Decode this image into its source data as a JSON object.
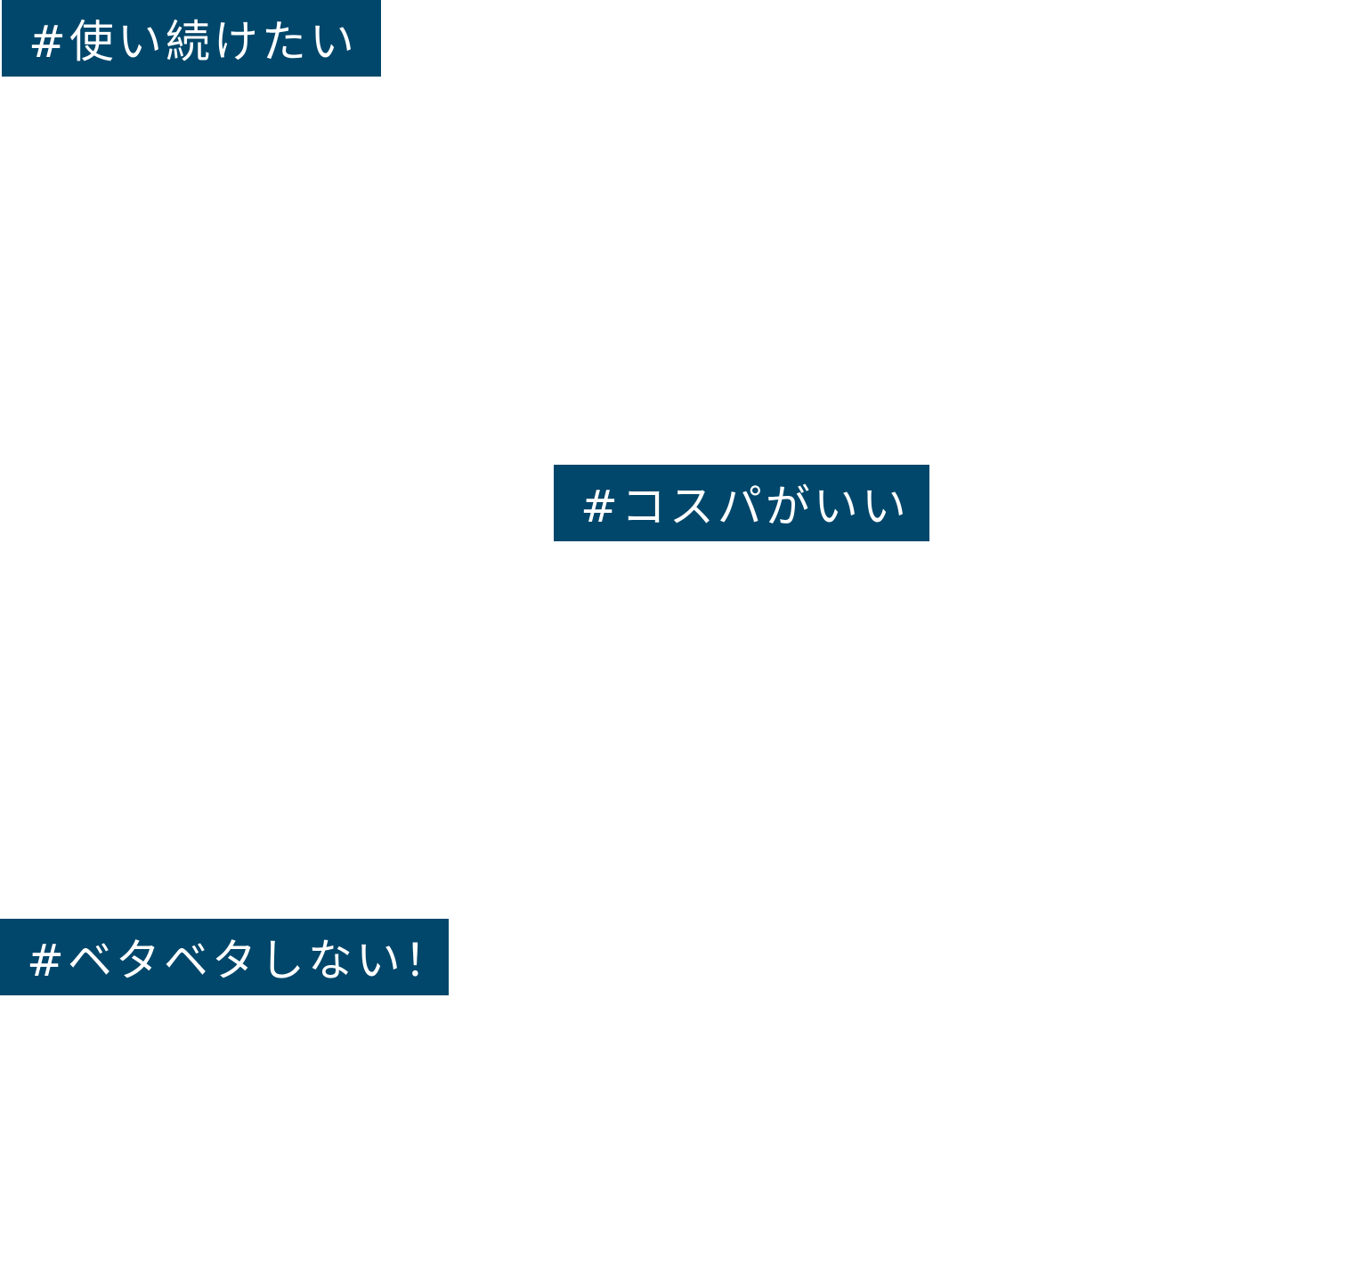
{
  "tags": [
    {
      "text": "#使い続けたい"
    },
    {
      "text": "#コスパがいい"
    },
    {
      "text": "#ベタベタしない！"
    }
  ],
  "colors": {
    "tag_background": "#00476b",
    "tag_text": "#ffffff",
    "page_background": "#ffffff"
  }
}
